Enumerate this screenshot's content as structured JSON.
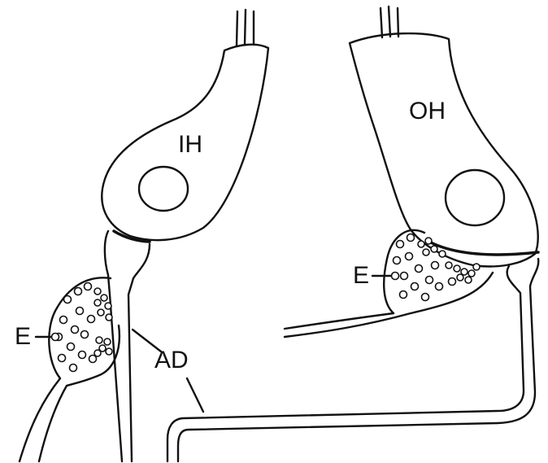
{
  "labels": {
    "inner_hair_cell": "IH",
    "outer_hair_cell": "OH",
    "efferent_inner": "E",
    "efferent_outer": "E",
    "afferent_dendrite": "AD"
  },
  "colors": {
    "line": "#111111",
    "background": "#ffffff"
  }
}
